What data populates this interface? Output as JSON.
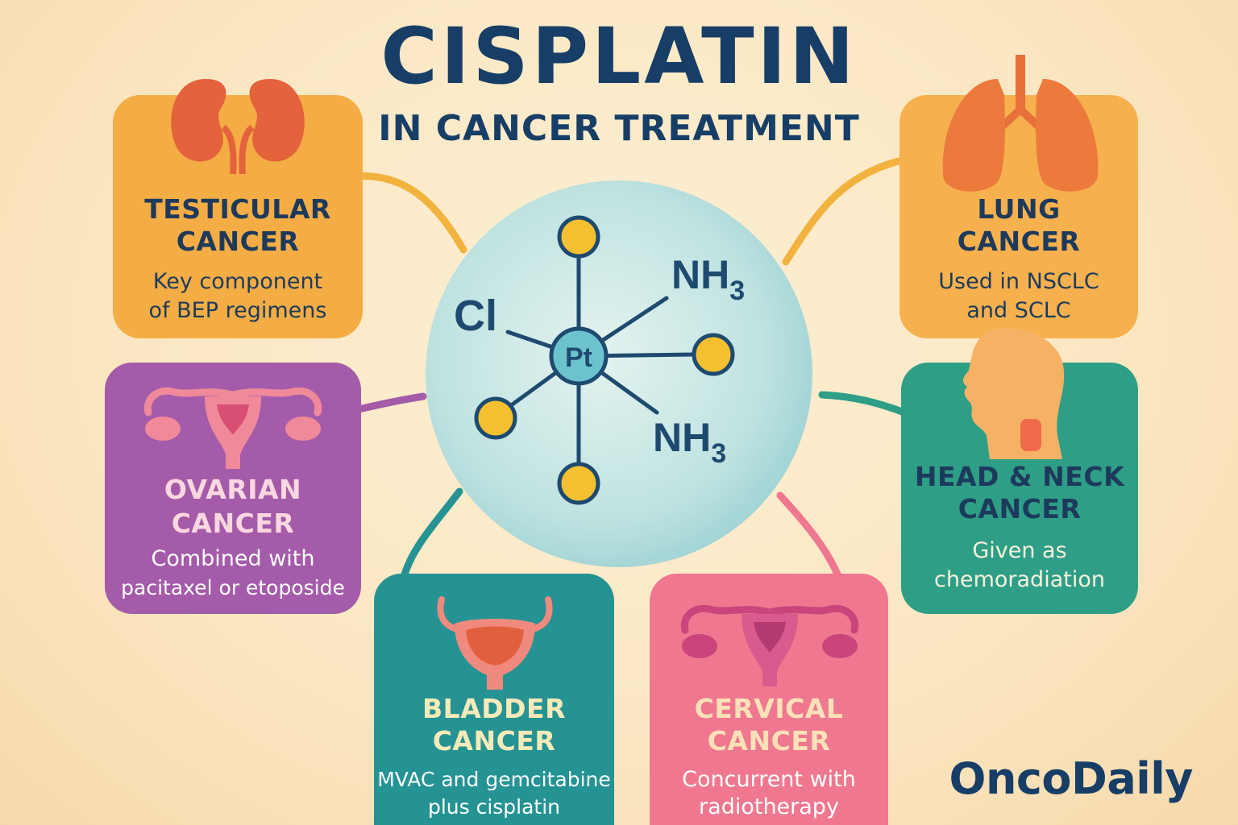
{
  "header": {
    "title": "CISPLATIN",
    "subtitle": "IN CANCER TREATMENT"
  },
  "molecule": {
    "center": "Pt",
    "ligand_left": "Cl",
    "ligand_top_right": "NH",
    "ligand_top_right_sub": "3",
    "ligand_bottom_right": "NH",
    "ligand_bottom_right_sub": "3"
  },
  "cards": {
    "testicular": {
      "name_1": "TESTICULAR",
      "name_2": "CANCER",
      "desc_1": "Key component",
      "desc_2": "of BEP regimens",
      "icon": "kidneys-icon",
      "color": "#f4ad45"
    },
    "lung": {
      "name_1": "LUNG",
      "name_2": "CANCER",
      "desc_1": "Used in NSCLC",
      "desc_2": "and SCLC",
      "icon": "lungs-icon",
      "color": "#f6b14e"
    },
    "ovarian": {
      "name_1": "OVARIAN",
      "name_2": "CANCER",
      "desc_1": "Combined with",
      "desc_2": "pacitaxel or etoposide",
      "icon": "uterus-icon",
      "color": "#a45ba9"
    },
    "head_neck": {
      "name_1": "HEAD & NECK",
      "name_2": "CANCER",
      "desc_1": "Given as",
      "desc_2": "chemoradiation",
      "icon": "head-profile-icon",
      "color": "#2e9e86"
    },
    "bladder": {
      "name_1": "BLADDER",
      "name_2": "CANCER",
      "desc_1": "MVAC and gemcitabine",
      "desc_2": "plus cisplatin",
      "icon": "bladder-icon",
      "color": "#259393"
    },
    "cervical": {
      "name_1": "CERVICAL",
      "name_2": "CANCER",
      "desc_1": "Concurrent with",
      "desc_2": "radiotherapy",
      "icon": "uterus-icon",
      "color": "#ef7890"
    }
  },
  "brand": {
    "name": "OncoDaily"
  }
}
